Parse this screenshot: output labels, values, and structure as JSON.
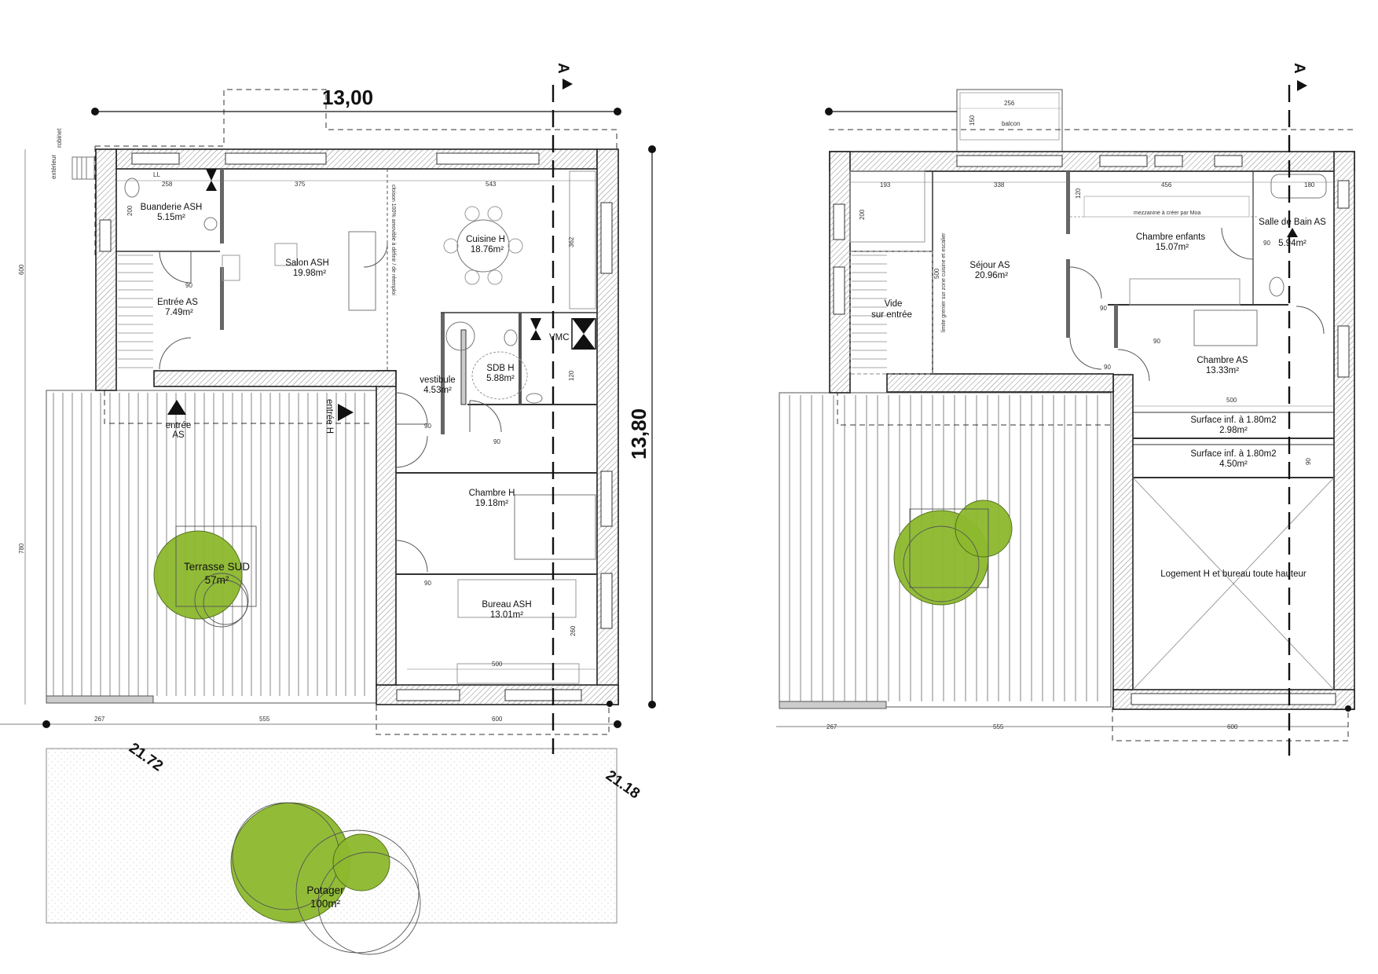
{
  "plan": {
    "overall_width": "13,00",
    "overall_depth": "13,80",
    "section_marker": "A",
    "ground_floor": {
      "rooms": [
        {
          "id": "buanderie",
          "name": "Buanderie ASH",
          "area": "5.15m²"
        },
        {
          "id": "salon",
          "name": "Salon ASH",
          "area": "19.98m²"
        },
        {
          "id": "cuisine",
          "name": "Cuisine H",
          "area": "18.76m²"
        },
        {
          "id": "entree",
          "name": "Entrée AS",
          "area": "7.49m²"
        },
        {
          "id": "sdb",
          "name": "SDB H",
          "area": "5.88m²"
        },
        {
          "id": "vestibule",
          "name": "vestibule",
          "area": "4.53m²"
        },
        {
          "id": "chambre-h",
          "name": "Chambre H",
          "area": "19.18m²"
        },
        {
          "id": "bureau",
          "name": "Bureau ASH",
          "area": "13.01m²"
        },
        {
          "id": "terrasse",
          "name": "Terrasse SUD",
          "area": "57m²"
        },
        {
          "id": "potager",
          "name": "Potager",
          "area": "100m²"
        }
      ],
      "labels": {
        "vmc": "VMC",
        "entree_as_1": "entrée",
        "entree_as_2": "AS",
        "entree_h": "entrée H",
        "ll": "LL",
        "robinet_1": "robinet",
        "robinet_2": "extérieur",
        "cloison": "cloison 100% amovible à définir / de réemploi"
      },
      "dimensions": {
        "d258": "258",
        "d375": "375",
        "d543": "543",
        "d200": "200",
        "d600": "600",
        "d780": "780",
        "d362": "362",
        "d120": "120",
        "d260": "260",
        "d500": "500",
        "d267": "267",
        "d555": "555",
        "d600b": "600",
        "d90a": "90",
        "d90b": "90",
        "d90c": "90",
        "d90d": "90",
        "alt1": "21.72",
        "alt2": "21.18"
      }
    },
    "upper_floor": {
      "rooms": [
        {
          "id": "sejour",
          "name": "Séjour AS",
          "area": "20.96m²"
        },
        {
          "id": "chambre-enfants",
          "name": "Chambre enfants",
          "area": "15.07m²"
        },
        {
          "id": "salle-bain",
          "name": "Salle de Bain AS",
          "area": "5.94m²"
        },
        {
          "id": "chambre-as",
          "name": "Chambre AS",
          "area": "13.33m²"
        },
        {
          "id": "surface1",
          "name": "Surface inf. à 1.80m2",
          "area": "2.98m²"
        },
        {
          "id": "surface2",
          "name": "Surface inf. à 1.80m2",
          "area": "4.50m²"
        }
      ],
      "labels": {
        "balcon": "balcon",
        "vide_1": "Vide",
        "vide_2": "sur entrée",
        "mezzanine": "mezzanine à créer par Moa",
        "limite": "limite grenier sur zone cuisine et escalier",
        "logement": "Logement H et bureau toute hauteur"
      },
      "dimensions": {
        "d256": "256",
        "d150": "150",
        "d193": "193",
        "d338": "338",
        "d456": "456",
        "d180": "180",
        "d200": "200",
        "d500v": "500",
        "d120": "120",
        "d500": "500",
        "d90": "90",
        "d267": "267",
        "d555": "555",
        "d600": "600",
        "d90a": "90",
        "d90b": "90",
        "d90c": "90",
        "d90d": "90"
      }
    }
  }
}
